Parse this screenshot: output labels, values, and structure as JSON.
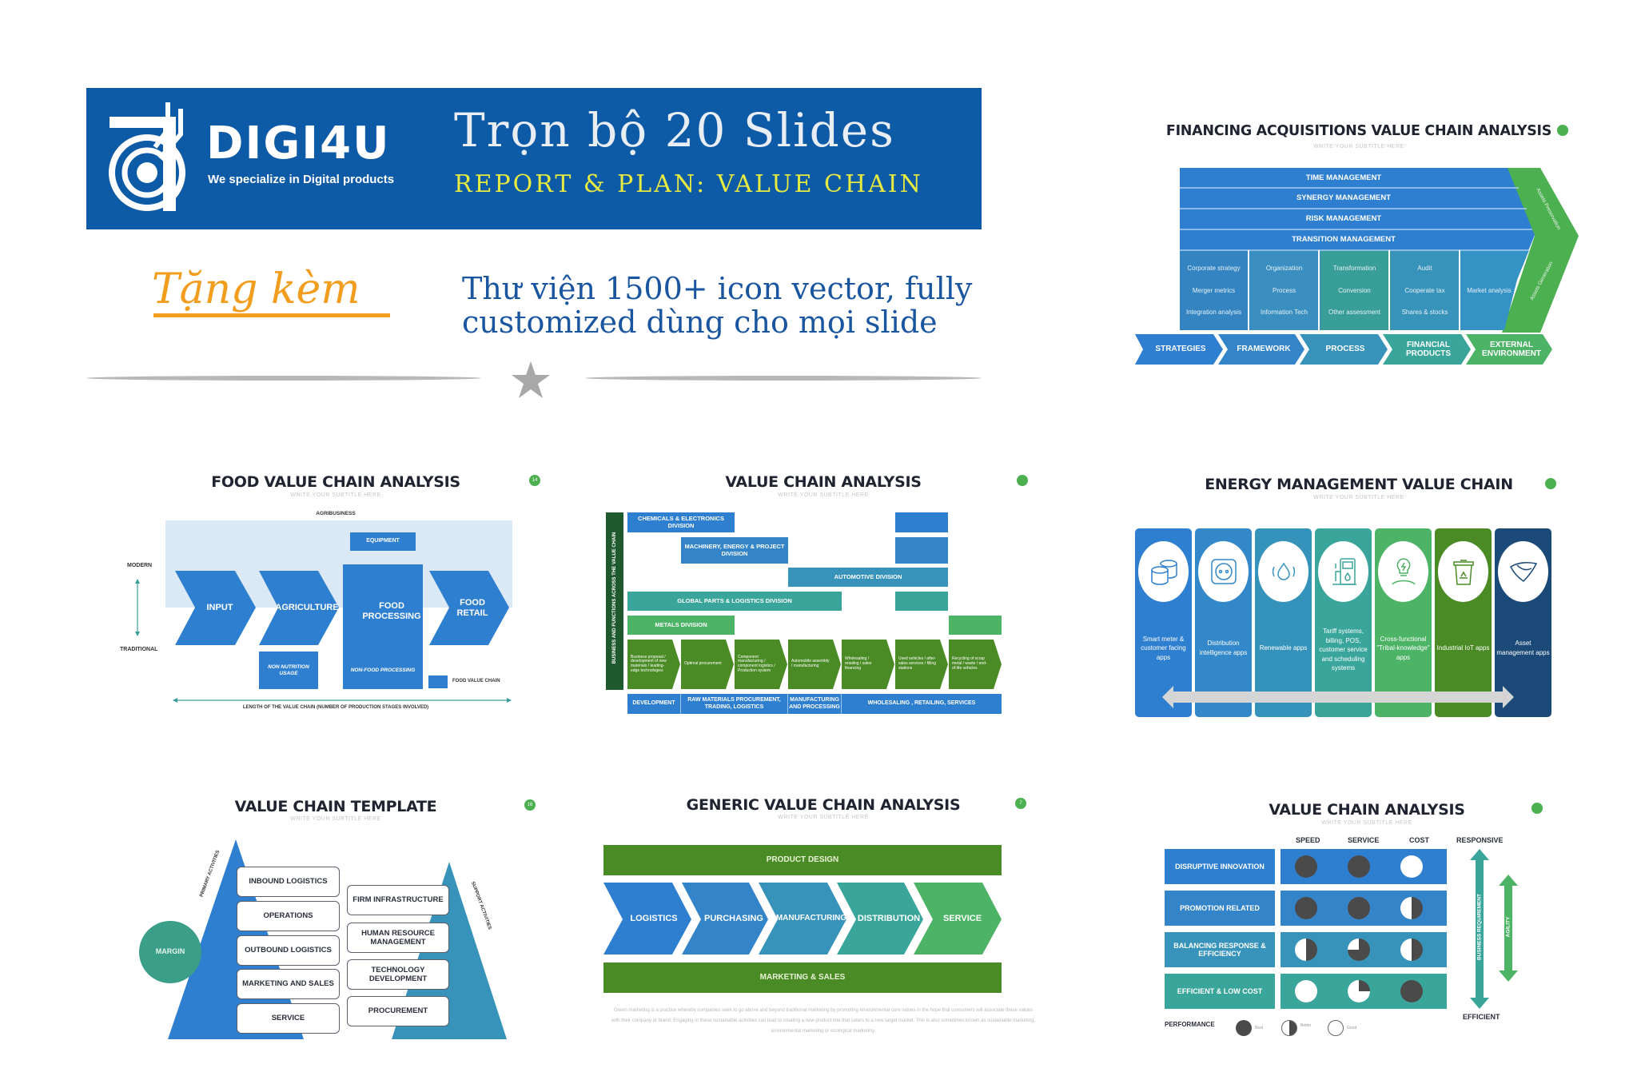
{
  "banner": {
    "logo_name": "DIGI4U",
    "logo_tagline": "We specialize in Digital products",
    "title": "Trọn bộ 20 Slides",
    "subtitle": "REPORT & PLAN: VALUE CHAIN",
    "bg_color": "#0d5aa7"
  },
  "bonus": {
    "label": "Tặng kèm",
    "text_line1": "Thư viện 1500+ icon vector, fully",
    "text_line2": "customized dùng cho mọi slide",
    "divider_icon": "star-icon"
  },
  "slides": {
    "financing": {
      "title": "FINANCING ACQUISITIONS VALUE CHAIN ANALYSIS",
      "subtitle": "WRITE YOUR SUBTITLE HERE",
      "bands": [
        "TIME MANAGEMENT",
        "SYNERGY MANAGEMENT",
        "RISK MANAGEMENT",
        "TRANSITION MANAGEMENT"
      ],
      "columns": [
        [
          "Corporate strategy",
          "Merger metrics",
          "Integration analysis"
        ],
        [
          "Organization",
          "Process",
          "Information Tech"
        ],
        [
          "Transformation",
          "Conversion",
          "Other assessment"
        ],
        [
          "Audit",
          "Cooperate tax",
          "Shares & stocks"
        ],
        [
          "Market analysis"
        ]
      ],
      "arrow_labels": [
        "Assets Preservation",
        "Assets Generation"
      ],
      "stages": [
        "STRATEGIES",
        "FRAMEWORK",
        "PROCESS",
        "FINANCIAL PRODUCTS",
        "EXTERNAL ENVIRONMENT"
      ]
    },
    "food": {
      "title": "FOOD VALUE CHAIN ANALYSIS",
      "subtitle": "WRITE YOUR SUBTITLE HERE",
      "page": "14",
      "agribusiness": "AGRIBUSINESS",
      "modern": "MODERN",
      "traditional": "TRADITIONAL",
      "equipment": "EQUIPMENT",
      "stages": [
        "INPUT",
        "AGRICULTURE",
        "FOOD PROCESSING",
        "FOOD RETAIL"
      ],
      "non_nutrition": "NON NUTRITION USAGE",
      "non_food": "NON-FOOD PROCESSING",
      "legend": "FOOD VALUE CHAIN",
      "axis": "LENGTH OF THE VALUE CHAIN (NUMBER OF PRODUCTION STAGES INVOLVED)"
    },
    "vca": {
      "title": "VALUE CHAIN ANALYSIS",
      "subtitle": "WRITE YOUR SUBTITLE HERE",
      "side_label": "BUSINESS AND FUNCTIONS ACROSS THE VALUE CHAIN",
      "divisions": [
        "CHEMICALS & ELECTRONICS DIVISION",
        "MACHINERY, ENERGY & PROJECT DIVISION",
        "AUTOMOTIVE DIVISION",
        "GLOBAL PARTS & LOGISTICS DIVISION",
        "METALS DIVISION"
      ],
      "activities": [
        "Business proposal / development of new materials / leading-edge technologies",
        "Optimal procurement",
        "Component manufacturing / component logistics / Production system",
        "Automobile assembly / manufacturing",
        "Wholesaling / retailing / sales financing",
        "Used vehicles / after-sales services / filling stations",
        "Recycling of scrap metal / waste / end-of-life vehicles"
      ],
      "stages": [
        "DEVELOPMENT",
        "RAW MATERIALS PROCUREMENT, TRADING, LOGISTICS",
        "MANUFACTURING AND PROCESSING",
        "WHOLESALING , RETAILING, SERVICES"
      ]
    },
    "energy": {
      "title": "ENERGY MANAGEMENT VALUE CHAIN",
      "subtitle": "WRITE YOUR SUBTITLE HERE",
      "columns": [
        {
          "icon": "oil-barrels-icon",
          "text": "Smart meter & customer facing apps",
          "color": "#2f7fd0"
        },
        {
          "icon": "power-socket-icon",
          "text": "Distribution intelligence apps",
          "color": "#3288c8"
        },
        {
          "icon": "water-drop-icon",
          "text": "Renewable apps",
          "color": "#3593bb"
        },
        {
          "icon": "fuel-pump-icon",
          "text": "Tariff systems, billing, POS, customer service and scheduling systems",
          "color": "#3aa59a"
        },
        {
          "icon": "lightbulb-icon",
          "text": "Cross-functional \"Tribal-knowledge\" apps",
          "color": "#4db366"
        },
        {
          "icon": "recycle-bin-icon",
          "text": "Industrial IoT apps",
          "color": "#4a8b25"
        },
        {
          "icon": "leaf-shield-icon",
          "text": "Asset management apps",
          "color": "#1b4a78"
        }
      ]
    },
    "template": {
      "title": "VALUE CHAIN TEMPLATE",
      "subtitle": "WRITE YOUR SUBTITLE HERE",
      "page": "16",
      "margin": "MARGIN",
      "primary_label": "PRIMARY ACTIVITIES",
      "support_label": "SUPPORT ACTIVITIES",
      "primary": [
        "INBOUND LOGISTICS",
        "OPERATIONS",
        "OUTBOUND LOGISTICS",
        "MARKETING AND SALES",
        "SERVICE"
      ],
      "support": [
        "FIRM INFRASTRUCTURE",
        "HUMAN RESOURCE MANAGEMENT",
        "TECHNOLOGY DEVELOPMENT",
        "PROCUREMENT"
      ]
    },
    "generic": {
      "title": "GENERIC VALUE CHAIN ANALYSIS",
      "subtitle": "WRITE YOUR SUBTITLE HERE",
      "page": "7",
      "top_band": "PRODUCT DESIGN",
      "bottom_band": "MARKETING & SALES",
      "stages": [
        "LOGISTICS",
        "PURCHASING",
        "MANUFACTURING",
        "DISTRIBUTION",
        "SERVICE"
      ],
      "description": "Green marketing is a practice whereby companies seek to go above and beyond traditional marketing by promoting environmental core values in the hope that consumers will associate these values with their company or brand. Engaging in these sustainable activities can lead to creating a new product line that caters to a new target market. This is also sometimes known as sustainable marketing, environmental marketing or ecological marketing."
    },
    "matrix": {
      "title": "VALUE CHAIN ANALYSIS",
      "subtitle": "WRITE YOUR SUBTITLE HERE",
      "columns": [
        "SPEED",
        "SERVICE",
        "COST"
      ],
      "rows": [
        {
          "label": "DISRUPTIVE INNOVATION",
          "values": [
            1,
            1,
            0
          ]
        },
        {
          "label": "PROMOTION RELATED",
          "values": [
            1,
            1,
            0.5
          ]
        },
        {
          "label": "BALANCING RESPONSE & EFFICIENCY",
          "values": [
            0.5,
            0.75,
            0.5
          ]
        },
        {
          "label": "EFFICIENT & LOW COST",
          "values": [
            0,
            0.25,
            1
          ]
        }
      ],
      "responsive": "RESPONSIVE",
      "efficient": "EFFICIENT",
      "business_requirement": "BUSINESS REQUIREMENT",
      "agility": "AGILITY",
      "performance_label": "PERFORMANCE",
      "legend": [
        "Best",
        "Better",
        "Good"
      ]
    }
  }
}
